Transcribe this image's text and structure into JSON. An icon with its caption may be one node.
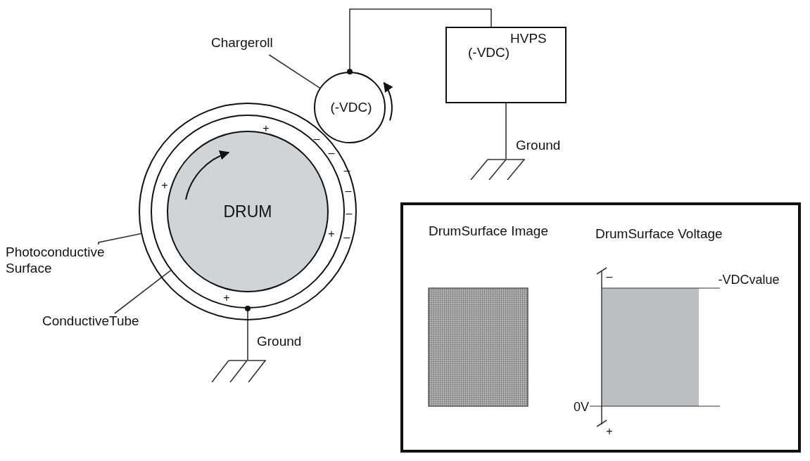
{
  "diagram": {
    "nodes": [
      {
        "text": [
          "Chargeroll"
        ]
      },
      {
        "text": [
          "(-VDC)"
        ]
      },
      {
        "text": [
          "HVPS",
          "(-VDC)"
        ]
      },
      {
        "text": [],
        "shape": "ground",
        "beside": [
          "Ground"
        ]
      },
      {
        "text": [],
        "shape": "circle"
      },
      {
        "text": [],
        "shape": "circle",
        "in": 4
      },
      {
        "text": [
          "DRUM"
        ],
        "in": 5
      },
      {
        "text": [
          "Photoconductive Surface"
        ]
      },
      {
        "text": [
          "ConductiveTube"
        ]
      },
      {
        "text": [],
        "shape": "ground",
        "beside": [
          "Ground"
        ]
      },
      {
        "text": [
          "DrumSurface Image",
          "DrumSurface Voltage"
        ]
      }
    ],
    "edges": [
      {
        "from": 1,
        "to": 2,
        "arrow": "other"
      },
      {
        "from": 2,
        "to": 3,
        "arrow": "none"
      },
      {
        "from": 5,
        "to": 9,
        "arrow": "other"
      },
      {
        "from": 0,
        "to": 1,
        "arrow": "none"
      },
      {
        "from": 7,
        "to": 4,
        "arrow": "none"
      },
      {
        "from": 8,
        "to": 5,
        "arrow": "none"
      }
    ],
    "labels": [
      "+",
      "–",
      "–",
      "–",
      "+",
      "–",
      "–",
      "+",
      "–",
      "+",
      "–",
      "-VDCvalue",
      "0V",
      "+"
    ]
  }
}
